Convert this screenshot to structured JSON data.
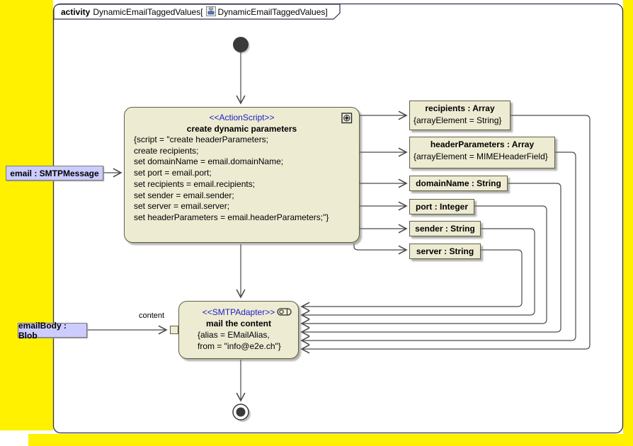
{
  "frame": {
    "kind": "activity",
    "name_open": "DynamicEmailTaggedValues[",
    "diagram_name": "DynamicEmailTaggedValues",
    "close": "]"
  },
  "action_node": {
    "stereotype": "<<ActionScript>>",
    "name": "create dynamic parameters",
    "script_lines": [
      "{script = \"create headerParameters;",
      "create recipients;",
      "set domainName = email.domainName;",
      "set port = email.port;",
      "set recipients = email.recipients;",
      "set sender = email.sender;",
      "set server = email.server;",
      "set headerParameters = email.headerParameters;\"}"
    ]
  },
  "mail_node": {
    "stereotype": "<<SMTPAdapter>>",
    "name": "mail the content",
    "tag_lines": [
      "{alias = EMailAlias,",
      "from = \"info@e2e.ch\"}"
    ],
    "pin_label": "content"
  },
  "input_objects": {
    "email": "email : SMTPMessage",
    "emailBody": "emailBody : Blob"
  },
  "output_objects": [
    {
      "name": "recipients : Array",
      "tag": "{arrayElement = String}"
    },
    {
      "name": "headerParameters : Array",
      "tag": "{arrayElement = MIMEHeaderField}"
    },
    {
      "name": "domainName : String"
    },
    {
      "name": "port : Integer"
    },
    {
      "name": "sender : String"
    },
    {
      "name": "server : String"
    }
  ],
  "colors": {
    "page_yellow": "#fff100",
    "node_fill": "#edebd2",
    "node_border": "#5f5f46",
    "object_reference_fill": "#ccccff",
    "stereotype_blue": "#2121c8",
    "edge_gray": "#4a4a4a",
    "frame_border": "#30304d"
  }
}
